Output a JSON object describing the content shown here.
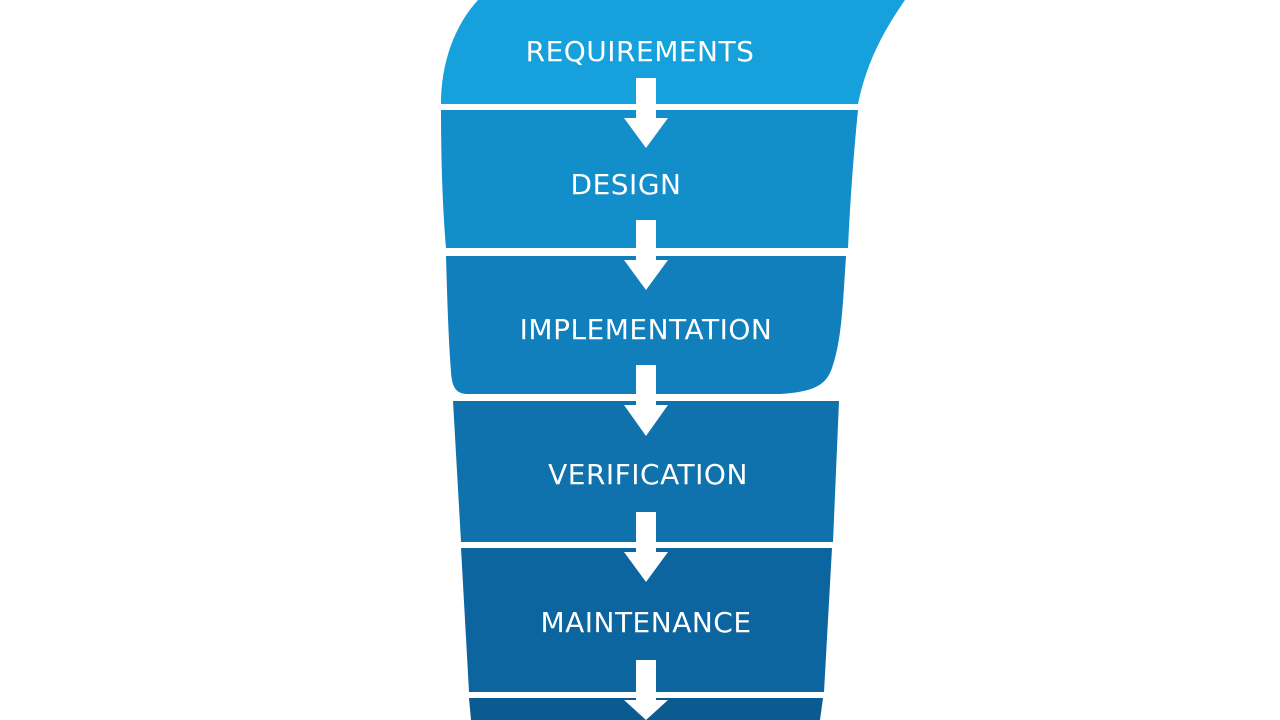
{
  "steps": [
    {
      "label": "REQUIREMENTS",
      "color": "#16a1dc"
    },
    {
      "label": "DESIGN",
      "color": "#128fcb"
    },
    {
      "label": "IMPLEMENTATION",
      "color": "#107fbc"
    },
    {
      "label": "VERIFICATION",
      "color": "#0f72ad"
    },
    {
      "label": "MAINTENANCE",
      "color": "#0c659f"
    },
    {
      "label": "",
      "color": "#0b5a90"
    }
  ],
  "arrow_color": "#ffffff",
  "separator_color": "#ffffff"
}
